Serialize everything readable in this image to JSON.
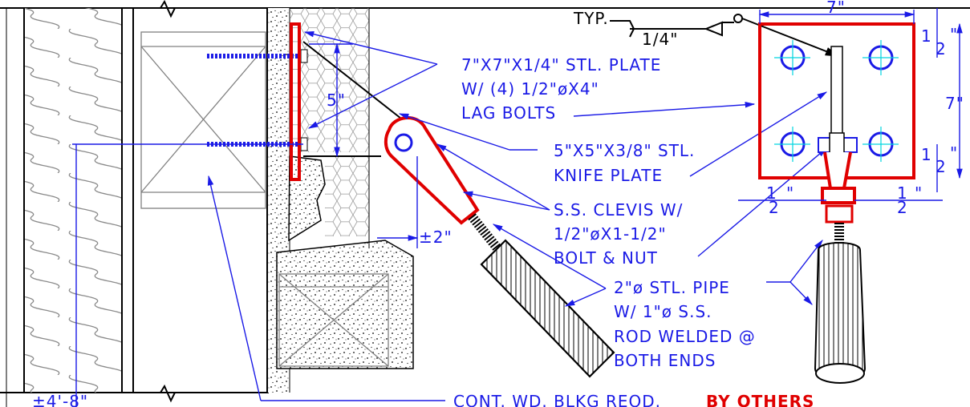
{
  "labels": {
    "plate_line1": "7\"X7\"X1/4\" STL. PLATE",
    "plate_line2": "W/ (4) 1/2\"øX4\"",
    "plate_line3": "LAG BOLTS",
    "knife_line1": "5\"X5\"X3/8\" STL.",
    "knife_line2": "KNIFE PLATE",
    "clevis_line1": "S.S. CLEVIS W/",
    "clevis_line2": "1/2\"øX1-1/2\"",
    "clevis_line3": "BOLT & NUT",
    "pipe_line1": "2\"ø STL. PIPE",
    "pipe_line2": "W/ 1\"ø S.S.",
    "pipe_line3": "ROD WELDED @",
    "pipe_line4": "BOTH ENDS",
    "blocking": "CONT. WD. BLKG REQD.",
    "by_others": "BY OTHERS",
    "typ": "TYP.",
    "weld_size": "1/4\"",
    "dim_5": "5\"",
    "dim_pm2": "±2\"",
    "dim_7_top": "7\"",
    "dim_7_right": "7\"",
    "dim_1_half": "1",
    "dim_half_den": "2",
    "dim_inch": "\"",
    "dim_bottom_left": "±4'-8\""
  },
  "colors": {
    "leader": "#1a1ae6",
    "highlight": "#e00000",
    "centerline": "#00d5e0",
    "object": "#000000"
  }
}
